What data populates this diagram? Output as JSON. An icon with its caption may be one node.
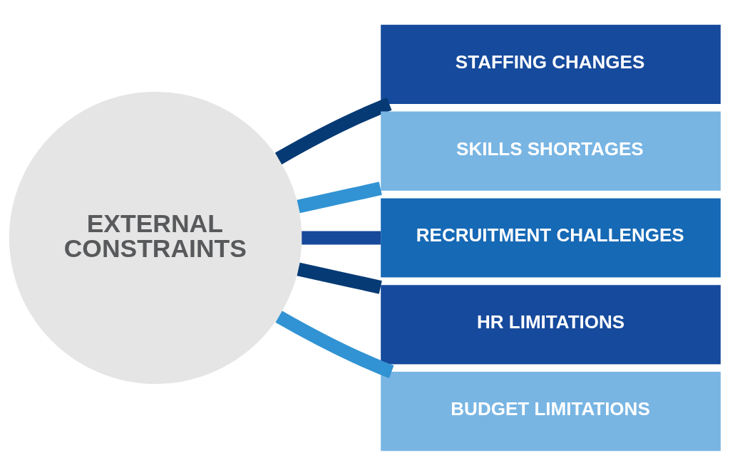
{
  "diagram": {
    "nodes": [
      {
        "text": [
          "EXTERNAL CONSTRAINTS"
        ]
      },
      {
        "text": [
          "STAFFING CHANGES"
        ]
      },
      {
        "text": [
          "SKILLS SHORTAGES"
        ]
      },
      {
        "text": [
          "RECRUITMENT CHALLENGES"
        ]
      },
      {
        "text": [
          "HR LIMITATIONS"
        ]
      },
      {
        "text": [
          "BUDGET LIMITATIONS"
        ]
      }
    ],
    "edges": [
      {
        "from": 0,
        "to": 1,
        "arrow": "none",
        "color": "#063a74"
      },
      {
        "from": 0,
        "to": 2,
        "arrow": "none",
        "color": "#3193d3"
      },
      {
        "from": 0,
        "to": 3,
        "arrow": "none",
        "color": "#17499b"
      },
      {
        "from": 0,
        "to": 4,
        "arrow": "none",
        "color": "#063a74"
      },
      {
        "from": 0,
        "to": 5,
        "arrow": "none",
        "color": "#3193d3"
      }
    ]
  }
}
